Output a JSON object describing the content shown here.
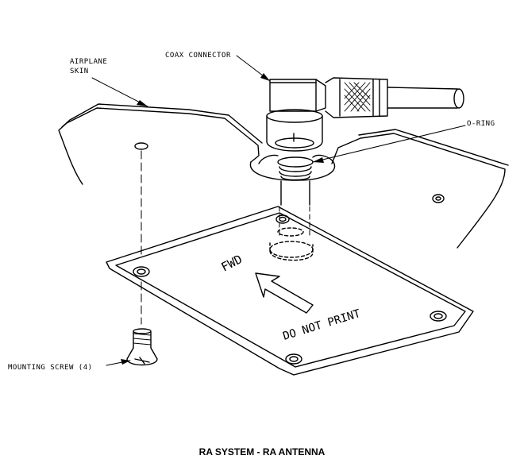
{
  "labels": {
    "airplane_skin_line1": "AIRPLANE",
    "airplane_skin_line2": "SKIN",
    "coax_connector": "COAX CONNECTOR",
    "o_ring": "O-RING",
    "mounting_screw": "MOUNTING SCREW (4)"
  },
  "plate": {
    "fwd_text": "FWD",
    "warning_text": "DO NOT PRINT"
  },
  "caption": "RA SYSTEM - RA ANTENNA"
}
